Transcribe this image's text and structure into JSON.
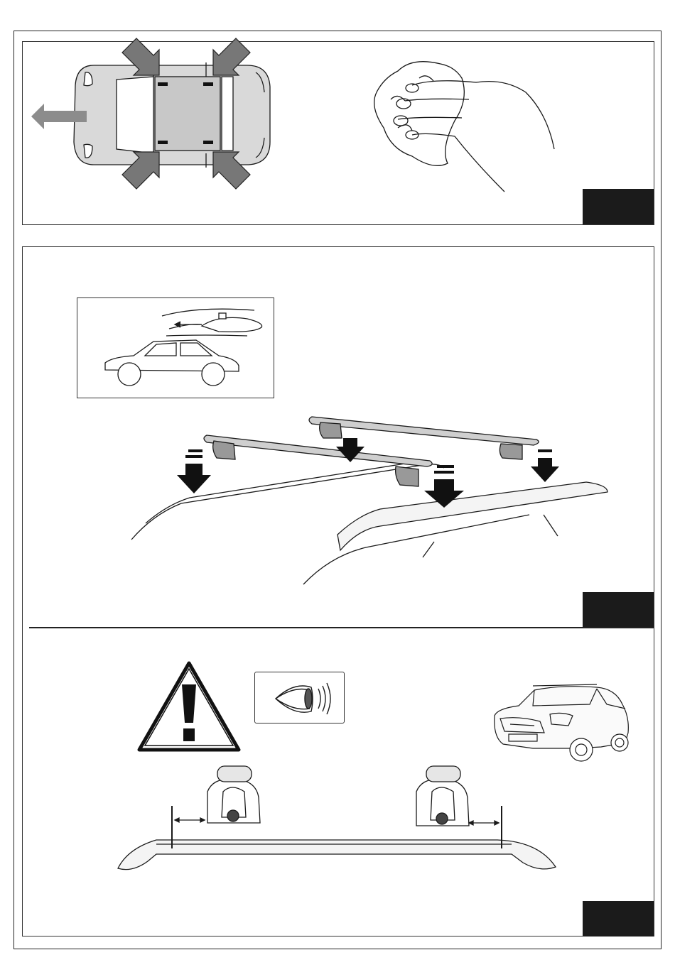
{
  "page": {
    "panels": [
      {
        "id": "step-cleaning",
        "illustrations": [
          "car-top-view-with-mounting-points",
          "hand-wiping-with-cloth"
        ]
      },
      {
        "id": "step-mounting",
        "illustrations": [
          "airflow-direction-inset",
          "crossbars-onto-roof-rails"
        ]
      },
      {
        "id": "step-checking",
        "illustrations": [
          "warning-triangle-icon",
          "eye-inspect-icon",
          "vehicle-photo",
          "equal-distance-rail-diagram"
        ]
      }
    ],
    "colors": {
      "line": "#1a1a1a",
      "car_gray": "#d9d9d9",
      "arrow_gray": "#8c8c8c",
      "tab": "#1b1b1b"
    }
  }
}
